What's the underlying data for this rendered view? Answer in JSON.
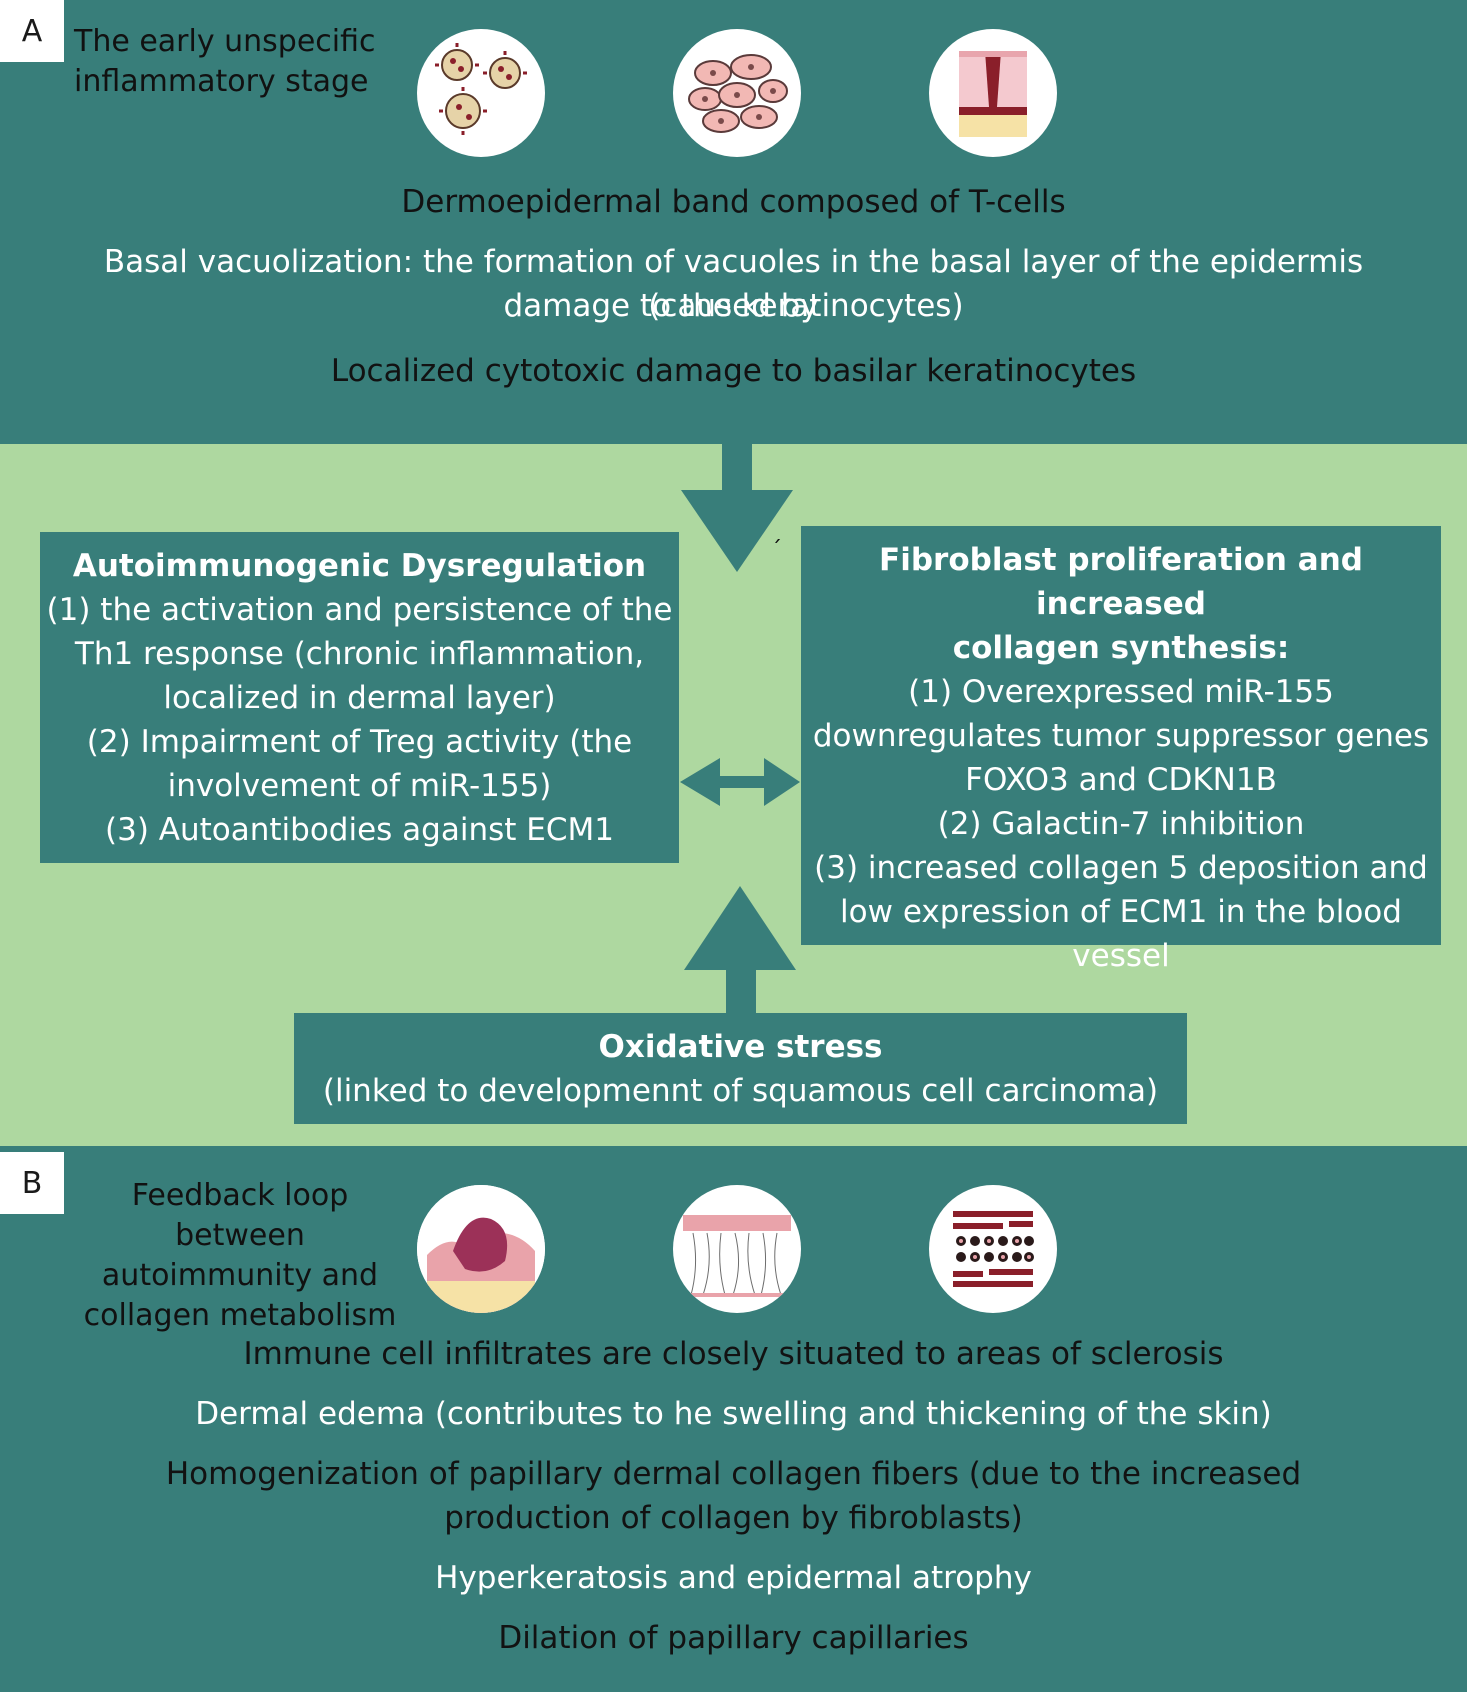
{
  "colors": {
    "teal": "#387e7a",
    "green": "#aed8a0",
    "white": "#ffffff"
  },
  "panel_a": {
    "tag": "A",
    "stage_title": [
      "The early unspecific",
      "inflammatory stage"
    ],
    "icons": [
      "virus-cells-icon",
      "keratinocyte-cells-icon",
      "skin-layer-icon"
    ],
    "lines": [
      "Dermoepidermal band composed of T-cells",
      "Basal vacuolization: the formation of vacuoles in the basal layer of the epidermis (caused by",
      "damage to the keratinocytes)",
      "Localized cytotoxic damage to basilar keratinocytes"
    ]
  },
  "middle": {
    "stray_mark": "´",
    "autoimmune_box": {
      "heading": "Autoimmunogenic Dysregulation",
      "lines": [
        "(1) the activation and persistence of the",
        "Th1 response (chronic inflammation,",
        "localized in dermal layer)",
        "(2) Impairment of Treg activity (the",
        "involvement of miR-155)",
        "(3) Autoantibodies against ECM1"
      ]
    },
    "fibroblast_box": {
      "heading": [
        "Fibroblast proliferation and increased",
        "collagen synthesis:"
      ],
      "lines": [
        "(1) Overexpressed miR-155",
        "downregulates tumor suppressor genes",
        "FOXO3 and CDKN1B",
        "(2) Galactin-7 inhibition",
        "(3) increased collagen 5 deposition and",
        "low expression of ECM1 in the blood",
        "vessel"
      ]
    },
    "oxidative_box": {
      "heading": "Oxidative stress",
      "line": "(linked to developmennt of squamous cell carcinoma)"
    }
  },
  "panel_b": {
    "tag": "B",
    "stage_title": [
      "Feedback loop between",
      "autoimmunity and",
      "collagen metabolism"
    ],
    "icons": [
      "sclerosis-lesion-icon",
      "collagen-fibers-icon",
      "capillary-network-icon"
    ],
    "lines": [
      "Immune cell infiltrates are closely situated to areas of sclerosis",
      "Dermal edema (contributes to he swelling and thickening of the skin)",
      "Homogenization of papillary dermal collagen fibers (due to the increased",
      "production of collagen by fibroblasts)",
      "Hyperkeratosis and epidermal atrophy",
      "Dilation of papillary capillaries"
    ]
  }
}
